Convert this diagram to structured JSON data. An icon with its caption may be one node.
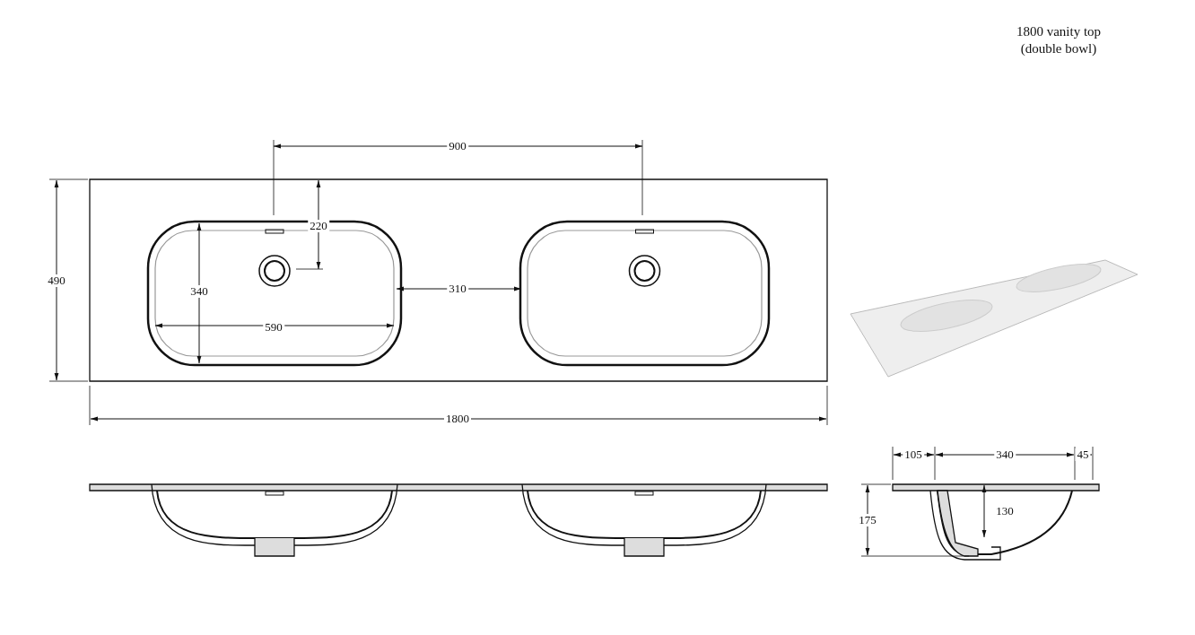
{
  "diagram": {
    "title": "1800 vanity top (double bowl)",
    "labels": [
      "900",
      "220",
      "490",
      "340",
      "310",
      "590",
      "1800",
      "105",
      "340",
      "45",
      "175",
      "130"
    ]
  }
}
